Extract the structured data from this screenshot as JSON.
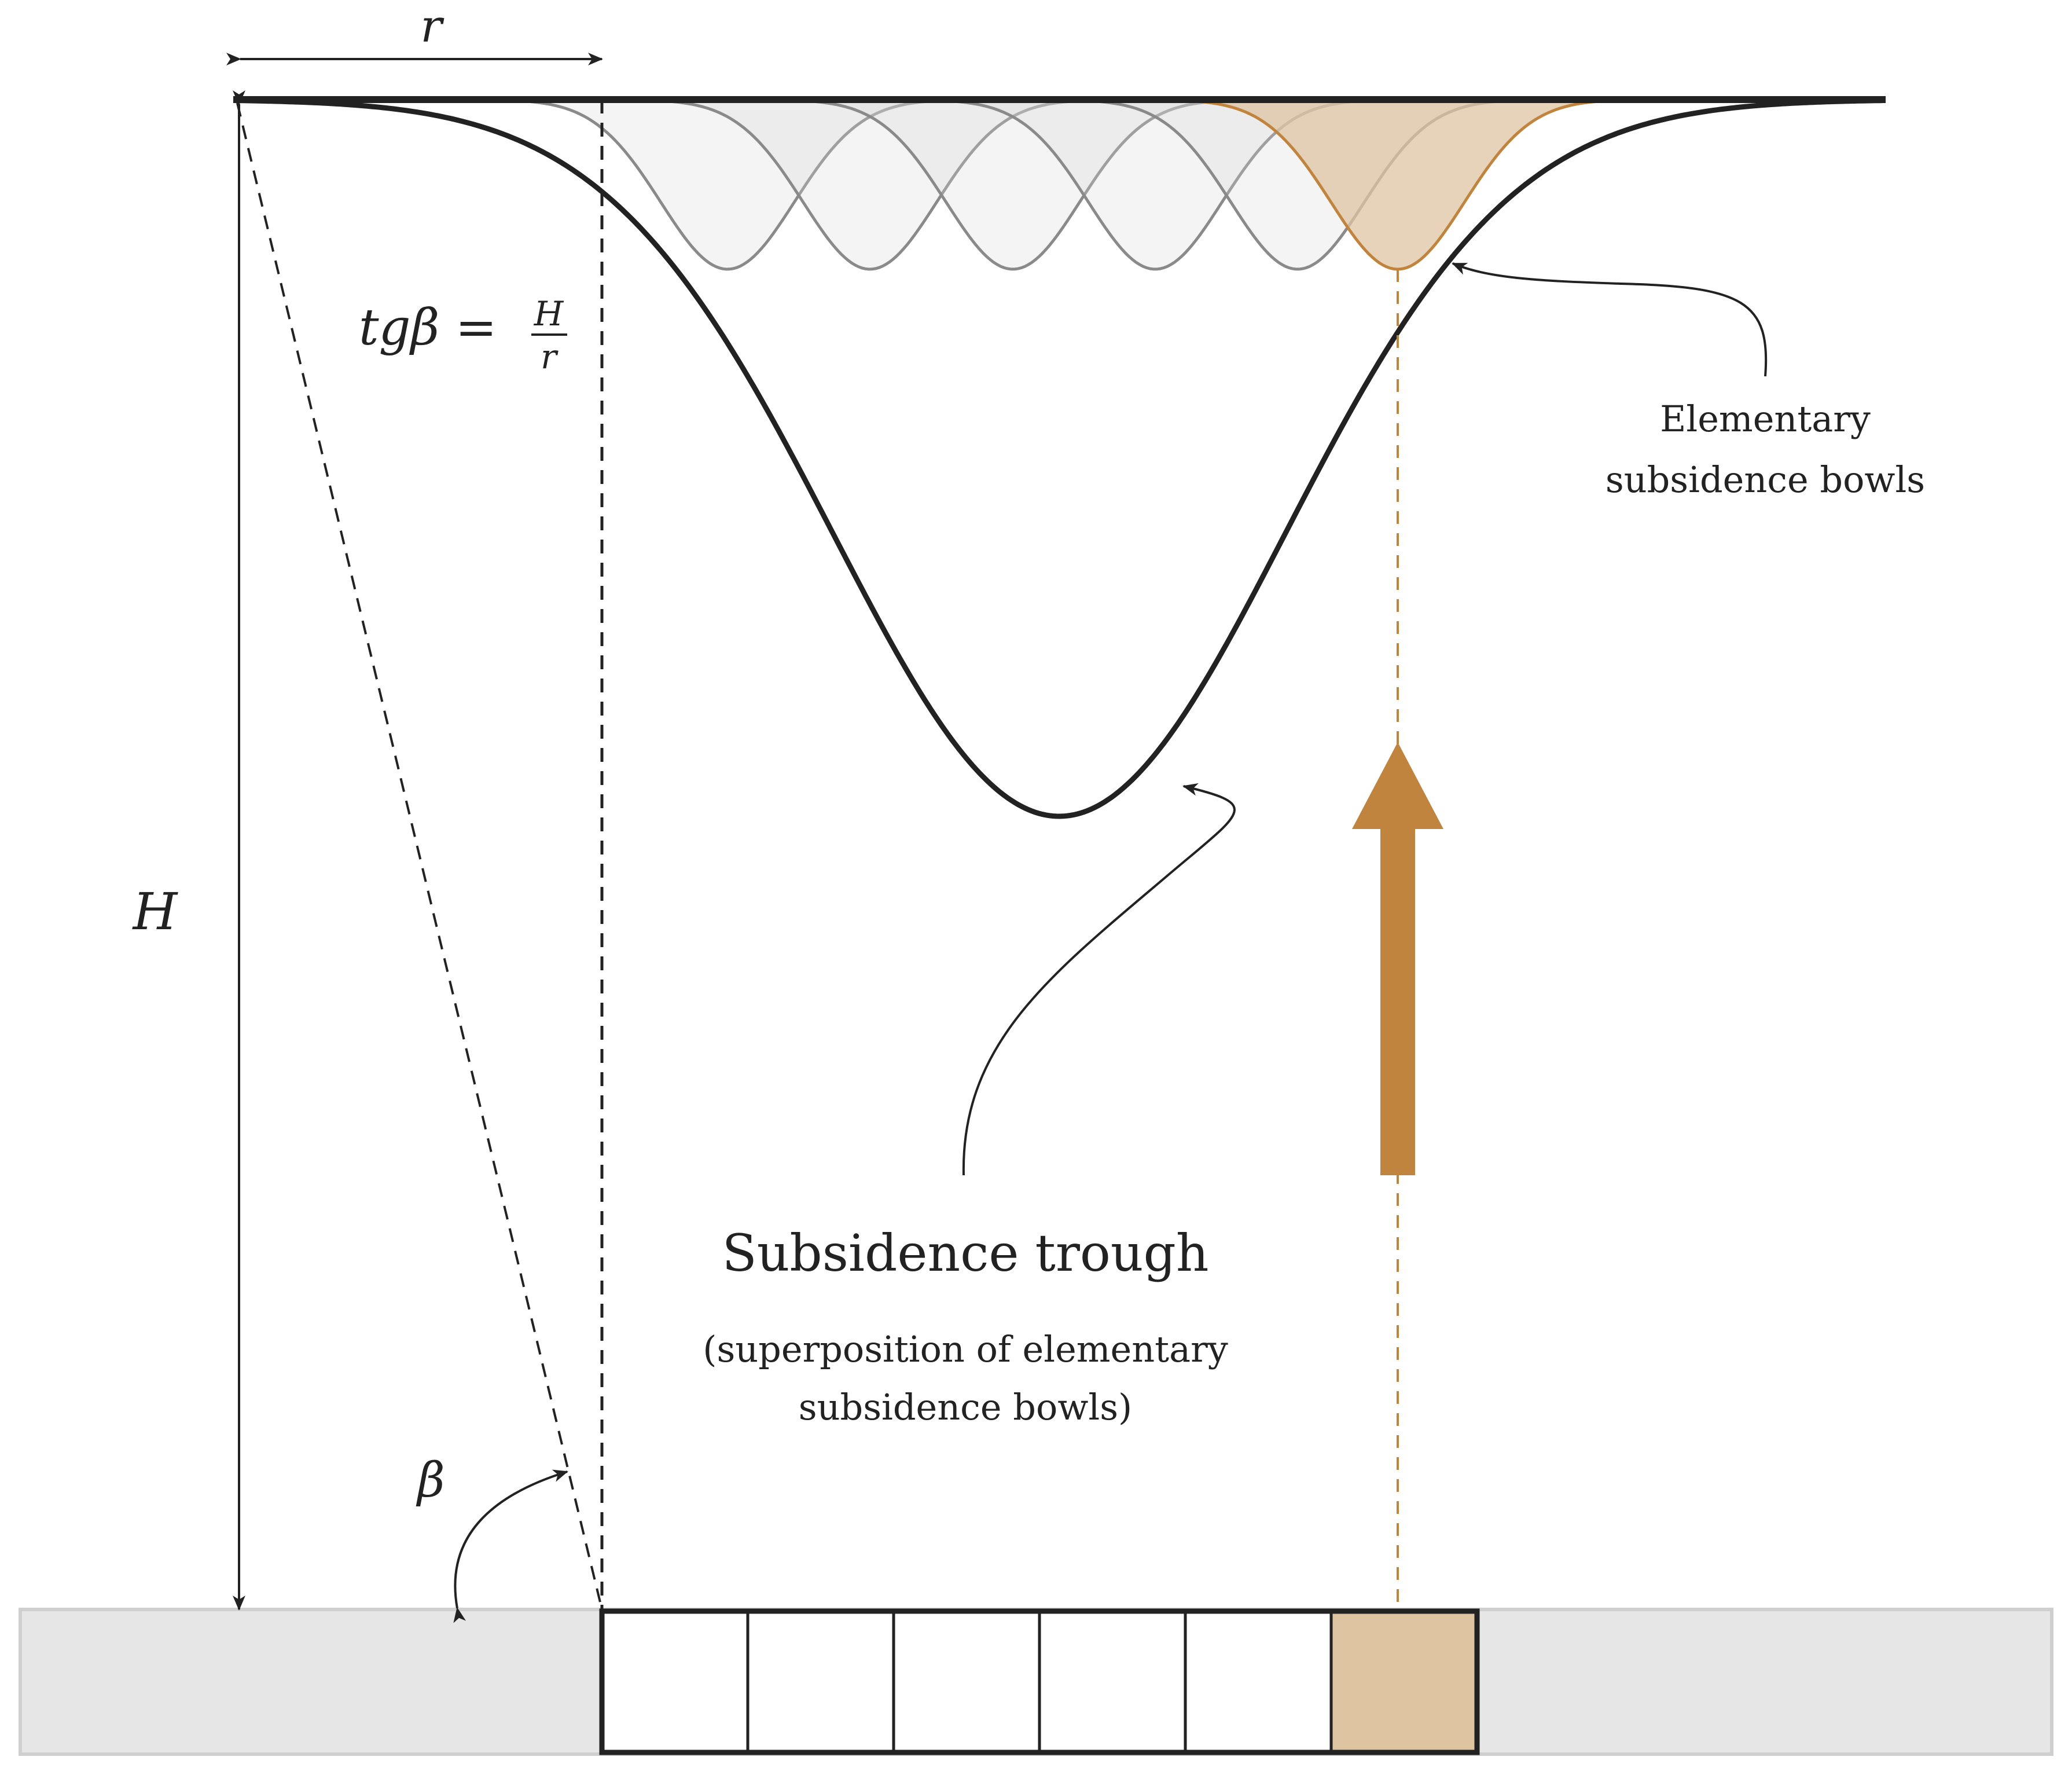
{
  "labels": {
    "r": "r",
    "H": "H",
    "beta": "β",
    "formula_lhs": "tgβ =",
    "formula_num": "H",
    "formula_den": "r",
    "bowls_line1": "Elementary",
    "bowls_line2": "subsidence bowls",
    "trough_title": "Subsidence trough",
    "trough_sub1": "(superposition of elementary",
    "trough_sub2": "subsidence bowls)"
  },
  "colors": {
    "accent": "#c0843f",
    "accent_fill": "#dfc4a1",
    "bowl_stroke": "#8a8a8a",
    "bowl_fill": "#d8d8d8",
    "ground": "#e6e6e6",
    "ground_border": "#cfcfcf",
    "line": "#222222"
  },
  "cells": {
    "count": 6,
    "highlighted_index": 5
  }
}
